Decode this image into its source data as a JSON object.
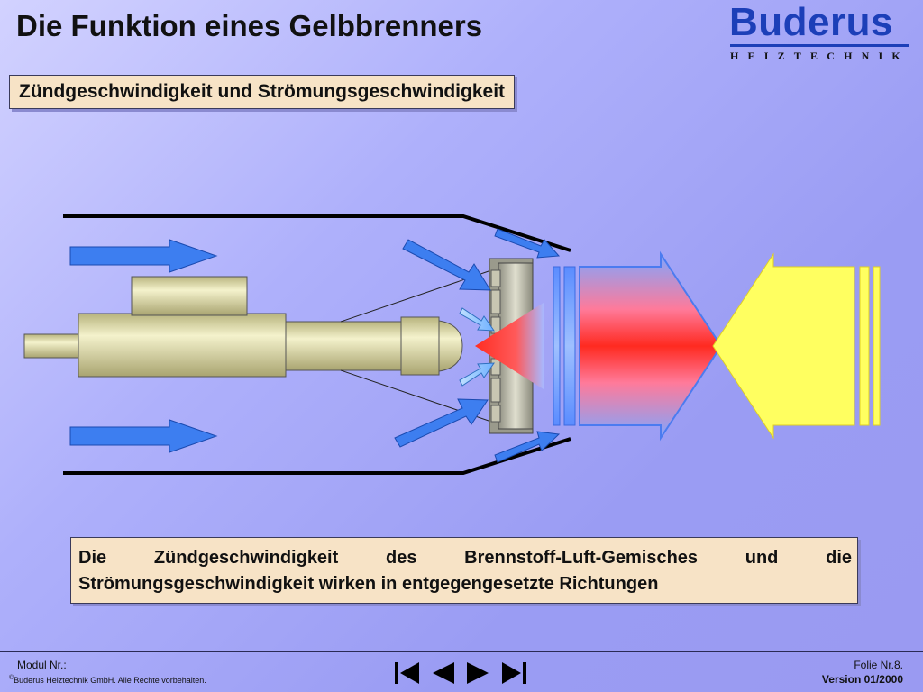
{
  "header": {
    "title": "Die Funktion eines Gelbbrenners",
    "logo_word": "Buderus",
    "logo_sub": "HEIZTECHNIK"
  },
  "subtitle": "Zündgeschwindigkeit und Strömungsgeschwindigkeit",
  "caption": "Die Zündgeschwindigkeit des Brennstoff-Luft-Gemisches und die Strömungsgeschwindigkeit wirken in entgegengesetzte Richtungen",
  "footer": {
    "modul": "Modul Nr.:",
    "copyright_symbol": "©",
    "copyright": "Buderus Heiztechnik GmbH. Alle Rechte vorbehalten.",
    "folie": "Folie Nr.8.",
    "version": "Version 01/2000"
  },
  "nav": [
    "first-slide",
    "previous-slide",
    "next-slide",
    "last-slide"
  ],
  "colors": {
    "air_arrow": "#3d7ef0",
    "flame_red": "#ff2a20",
    "flame_blue": "#8fb0ff",
    "yellow_arrow": "#ffff60",
    "burner_body": "#e2dfb0",
    "logo_blue": "#1c3fb8"
  }
}
